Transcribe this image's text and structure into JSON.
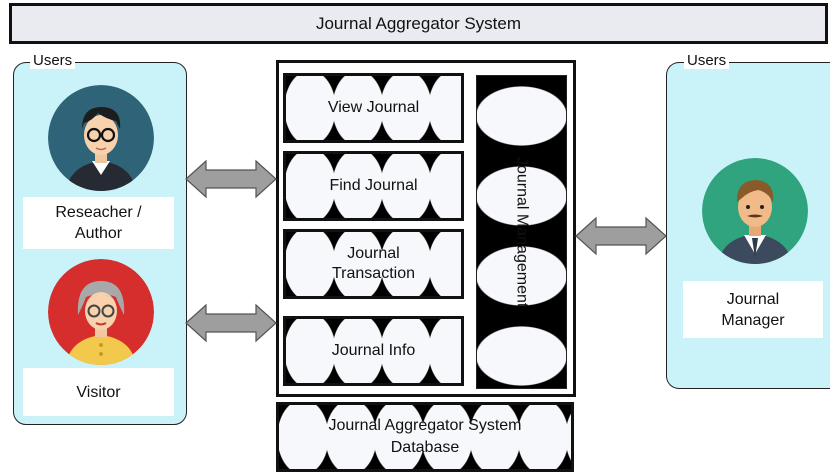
{
  "title": "Journal Aggregator System",
  "left_panel": {
    "label": "Users",
    "actors": [
      {
        "name": "Reseacher /\nAuthor"
      },
      {
        "name": "Visitor"
      }
    ]
  },
  "right_panel": {
    "label": "Users",
    "actors": [
      {
        "name": "Journal\nManager"
      }
    ]
  },
  "functions": [
    {
      "label": "View Journal"
    },
    {
      "label": "Find Journal"
    },
    {
      "label": "Journal\nTransaction"
    },
    {
      "label": "Journal Info"
    }
  ],
  "management": {
    "label": "Journal Management"
  },
  "database": {
    "label": "Journal Aggregator System\nDatabase"
  },
  "colors": {
    "panel_fill": "#c9f3f8",
    "arrow_fill": "#9e9e9e",
    "title_fill": "#e9ebf0"
  }
}
